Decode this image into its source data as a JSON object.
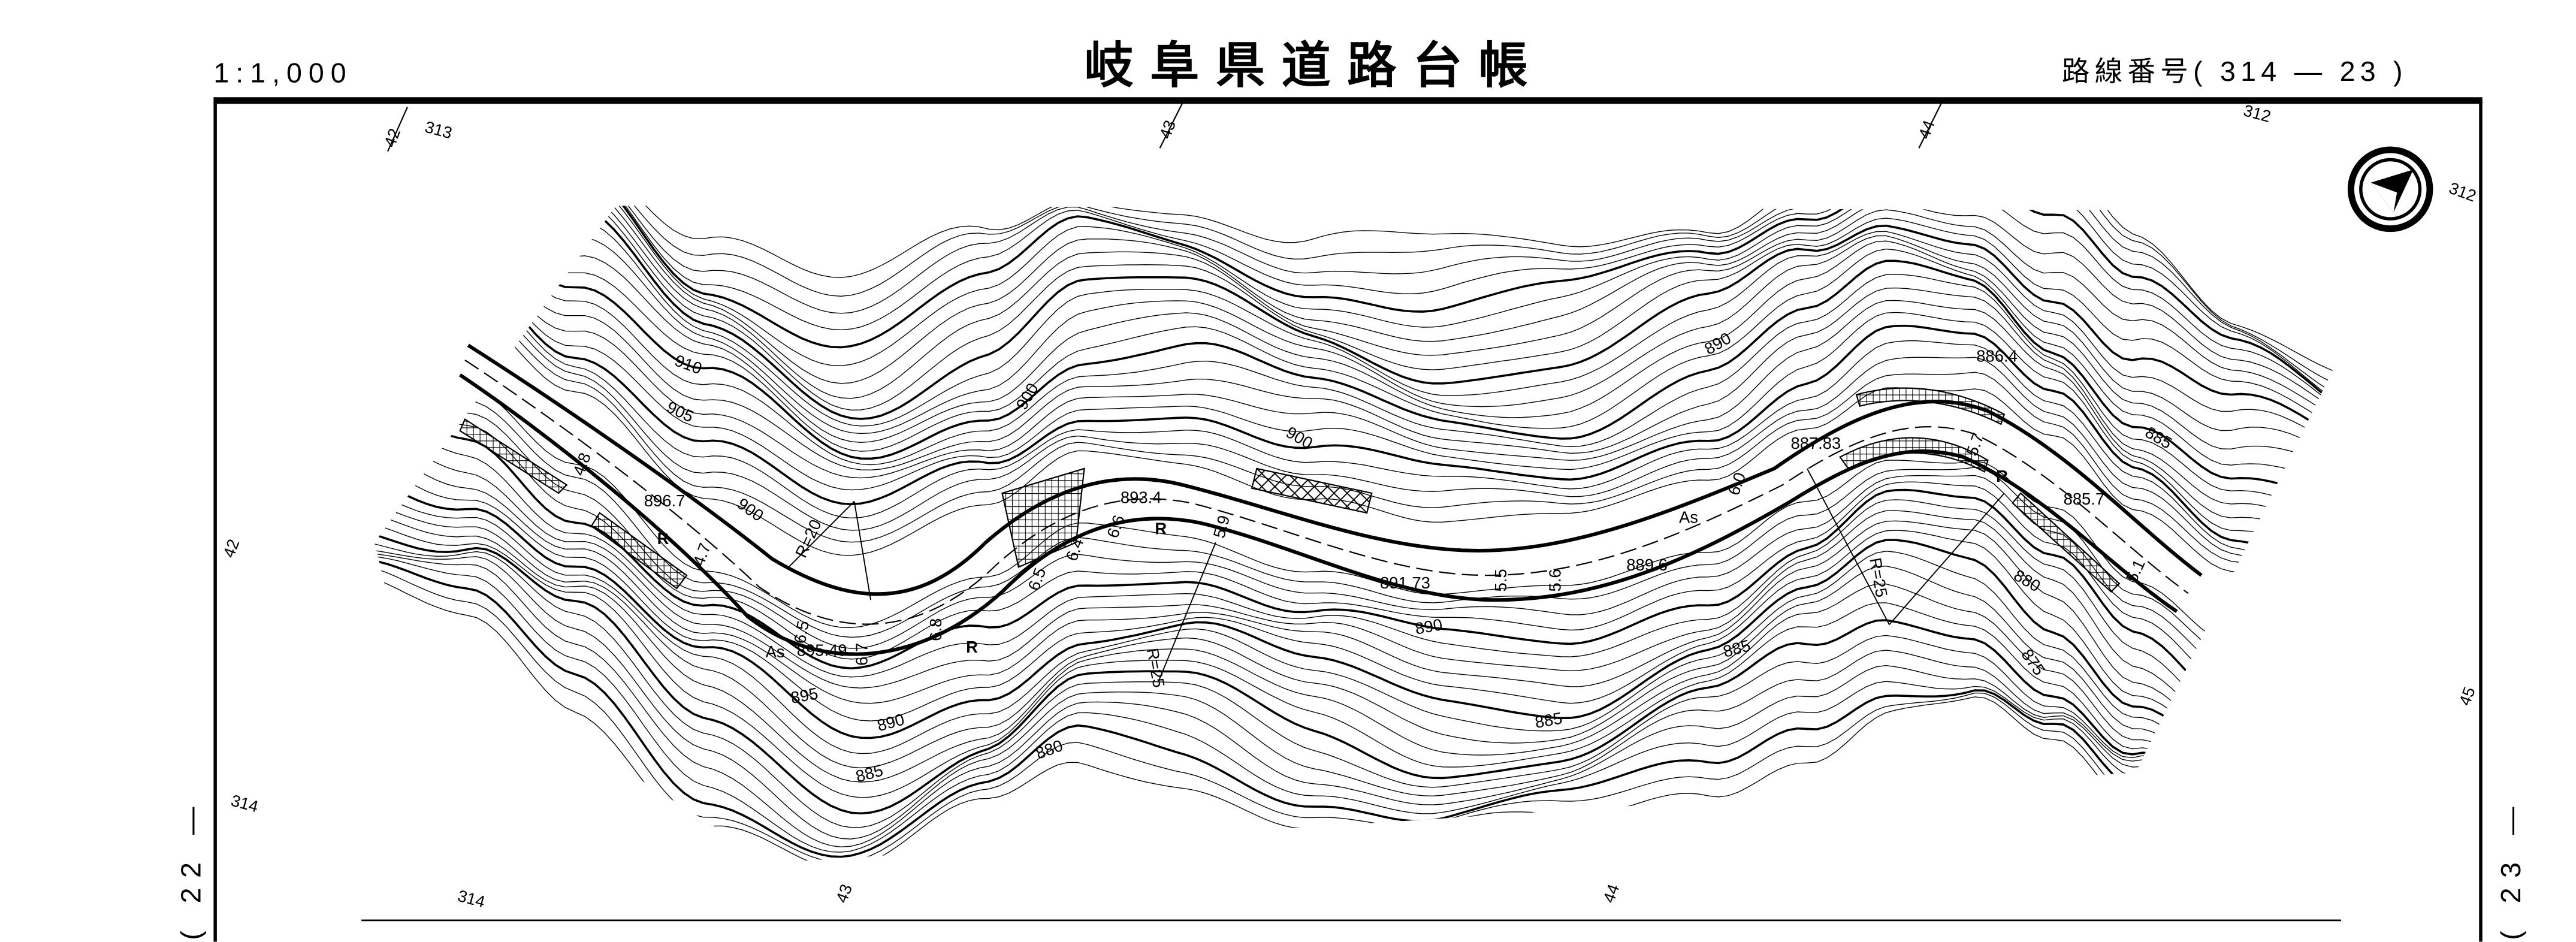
{
  "header": {
    "scale": "1:1,000",
    "title": "岐阜県道路台帳",
    "route_label": "路線番号( 314 — 23 )"
  },
  "side_labels": {
    "left": "( 22 —",
    "right": "( 23 —"
  },
  "grid_labels": [
    "42",
    "313",
    "43",
    "44",
    "312",
    "312",
    "42",
    "314",
    "43",
    "314",
    "44",
    "45"
  ],
  "contour_labels": [
    "910",
    "905",
    "900",
    "900",
    "900",
    "890",
    "895",
    "890",
    "885",
    "880",
    "885",
    "890",
    "885",
    "880",
    "875",
    "885"
  ],
  "spot_heights": [
    "896.7",
    "893.4",
    "891.73",
    "895.49",
    "889.6",
    "887.83",
    "886.4",
    "885.7"
  ],
  "curve_labels": [
    "R=20",
    "R=25",
    "R=25"
  ],
  "surface_labels": [
    "As",
    "As"
  ],
  "widths": [
    "4.8",
    "4.7",
    "6.5",
    "6.7",
    "6.8",
    "6.5",
    "6.4",
    "6.6",
    "5.9",
    "5.5",
    "5.6",
    "6.0",
    "5.7",
    "5.1"
  ],
  "markers": [
    "R",
    "R",
    "R",
    "R"
  ],
  "colors": {
    "ink": "#000000",
    "paper": "#ffffff"
  }
}
